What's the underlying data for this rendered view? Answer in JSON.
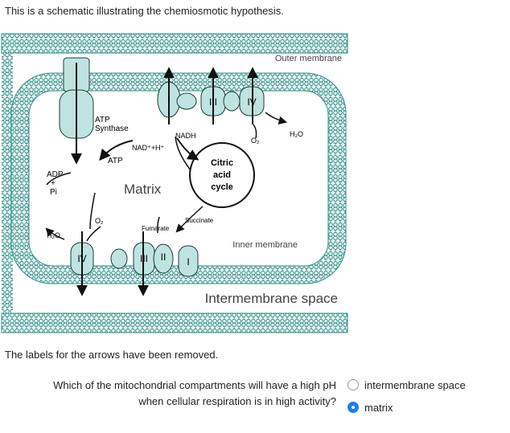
{
  "intro_text": "This is a schematic illustrating the chemiosmotic hypothesis.",
  "caption_text": "The labels for the arrows have been removed.",
  "question": {
    "line1": "Which of the mitochondrial compartments will have a high pH",
    "line2": "when cellular respiration is in high activity?"
  },
  "options": [
    {
      "label": "intermembrane space",
      "selected": false
    },
    {
      "label": "matrix",
      "selected": true
    }
  ],
  "diagram": {
    "outer_membrane": "Outer membrane",
    "inner_membrane": "Inner membrane",
    "matrix": "Matrix",
    "intermembrane_space": "Intermembrane space",
    "atp_synthase_line1": "ATP",
    "atp_synthase_line2": "Synthase",
    "atp": "ATP",
    "adp": "ADP",
    "plus": "+",
    "pi": "Pi",
    "nad_plus": "NAD⁺+H⁺",
    "nadh": "NADH",
    "o2_top": "O₂",
    "h2o_top": "H₂O",
    "o2_bottom": "O₂",
    "h2o_bottom": "H₂O",
    "fumarate": "Fumarate",
    "succinate": "Succinate",
    "citric_line1": "Citric",
    "citric_line2": "acid",
    "citric_line3": "cycle",
    "complex_I": "I",
    "complex_II": "II",
    "complex_III": "III",
    "complex_IV": "IV",
    "colors": {
      "membrane": "#2f8f87",
      "protein": "#bfe3e0",
      "outline": "#1e3b3a",
      "arrow": "#111111"
    }
  }
}
